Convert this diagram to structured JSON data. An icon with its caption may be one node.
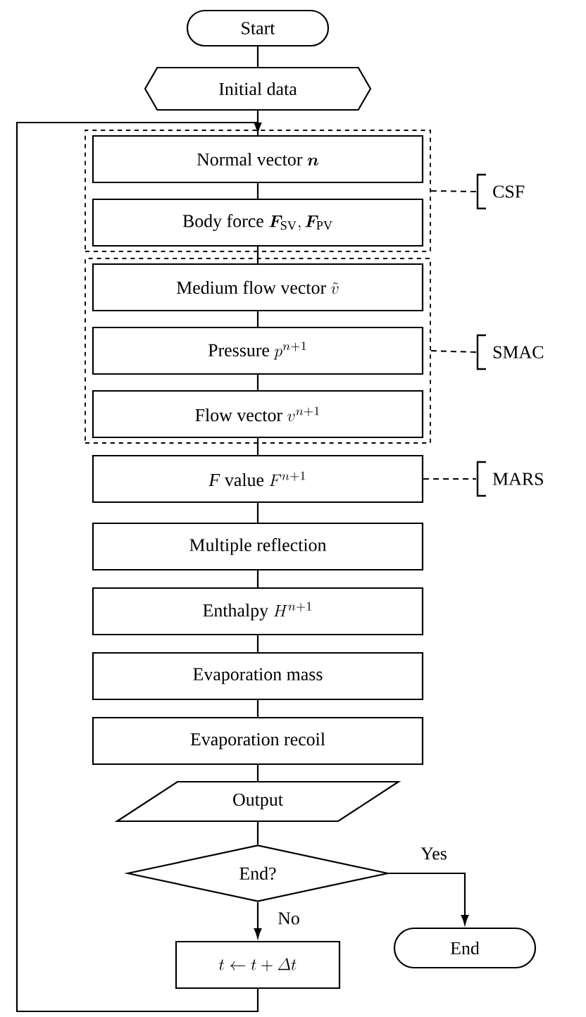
{
  "diagram": {
    "nodes": [
      {
        "text": [
          "Start"
        ]
      },
      {
        "text": [
          "Initial data"
        ]
      },
      {
        "text": [],
        "shape": "box"
      },
      {
        "text": [
          "Normal vector",
          "\\boldsymbol{n}"
        ],
        "in": 2
      },
      {
        "text": [
          "Body force",
          "\\boldsymbol{F}_{\\mathrm{SV}}, \\boldsymbol{F}_{\\mathrm{PV}}"
        ],
        "in": 2
      },
      {
        "text": [],
        "shape": "box"
      },
      {
        "text": [
          "Medium flow vector",
          "\\tilde{v}"
        ],
        "in": 5
      },
      {
        "text": [
          "Pressure",
          "p^{n+1}"
        ],
        "in": 5
      },
      {
        "text": [
          "Flow vector",
          "v^{n+1}"
        ],
        "in": 5
      },
      {
        "text": [
          "*F* value",
          "F^{n+1}"
        ]
      },
      {
        "text": [
          "Multiple reflection"
        ]
      },
      {
        "text": [
          "Enthalpy",
          "H^{n+1}"
        ]
      },
      {
        "text": [
          "Evaporation mass"
        ]
      },
      {
        "text": [
          "Evaporation recoil"
        ]
      },
      {
        "text": [
          "Output"
        ]
      },
      {
        "text": [
          "End?"
        ]
      },
      {
        "text": [
          "t \\leftarrow t + \\varDelta t"
        ]
      },
      {
        "text": [
          "End"
        ]
      },
      {
        "text": [
          "CSF"
        ]
      },
      {
        "text": [
          "SMAC"
        ]
      },
      {
        "text": [
          "MARS"
        ]
      }
    ],
    "edges": [
      {
        "from": 0,
        "to": 1,
        "arrow": "none"
      },
      {
        "from": 1,
        "to": 3,
        "arrow": "none"
      },
      {
        "from": 3,
        "to": 4,
        "arrow": "none"
      },
      {
        "from": 4,
        "to": 6,
        "arrow": "none"
      },
      {
        "from": 6,
        "to": 7,
        "arrow": "none"
      },
      {
        "from": 7,
        "to": 8,
        "arrow": "none"
      },
      {
        "from": 8,
        "to": 9,
        "arrow": "none"
      },
      {
        "from": 9,
        "to": 10,
        "arrow": "none"
      },
      {
        "from": 10,
        "to": 11,
        "arrow": "none"
      },
      {
        "from": 11,
        "to": 12,
        "arrow": "none"
      },
      {
        "from": 12,
        "to": 13,
        "arrow": "none"
      },
      {
        "from": 13,
        "to": 14,
        "arrow": "none"
      },
      {
        "from": 14,
        "to": 15,
        "arrow": "none"
      },
      {
        "from": 15,
        "to": 17,
        "arrow": "to",
        "label": "Yes"
      },
      {
        "from": 15,
        "to": 16,
        "arrow": "to",
        "label": "No"
      },
      {
        "from": 16,
        "to": 3,
        "arrow": "to"
      },
      {
        "from": 2,
        "to": 18,
        "arrow": "none",
        "style": "dashed"
      },
      {
        "from": 5,
        "to": 19,
        "arrow": "none",
        "style": "dashed"
      },
      {
        "from": 9,
        "to": 20,
        "arrow": "none",
        "style": "dashed"
      }
    ]
  }
}
